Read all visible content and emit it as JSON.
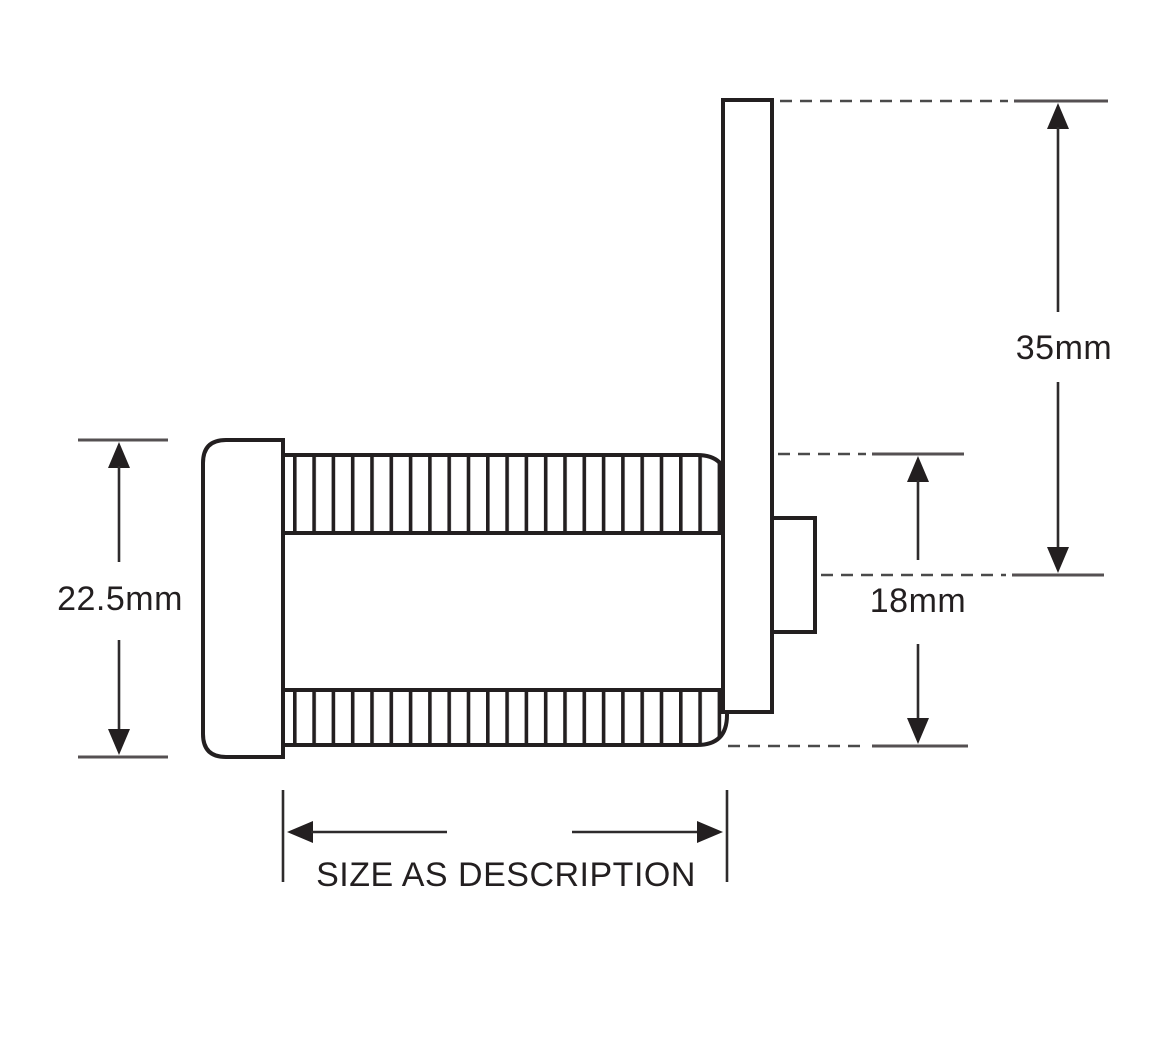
{
  "page": {
    "background": "#ffffff",
    "line_color": "#231f20",
    "description": "Technical dimension drawing of a camlock (side view)"
  },
  "diagram": {
    "dimensions": {
      "head_height": {
        "value": 22.5,
        "unit": "mm",
        "label": "22.5mm"
      },
      "cam_length": {
        "value": 35,
        "unit": "mm",
        "label": "35mm"
      },
      "body_diameter": {
        "value": 18,
        "unit": "mm",
        "label": "18mm"
      },
      "body_length": {
        "label": "SIZE AS DESCRIPTION"
      }
    }
  }
}
